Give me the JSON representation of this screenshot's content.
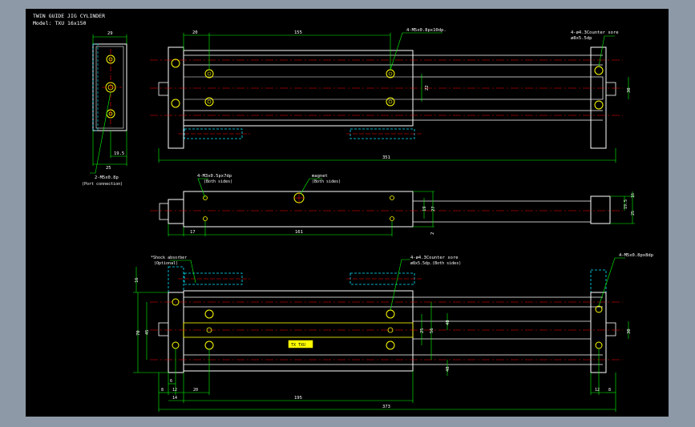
{
  "title_block": {
    "line1": "TWIN GUIDE JIG CYLINDER",
    "line2": "Model: TXU 16x150"
  },
  "colors": {
    "background": "#000000",
    "frame_border": "#8d99a6",
    "outline": "#ffffff",
    "dimension": "#00ff00",
    "centerline": "#ff0000",
    "hidden": "#00e5ff",
    "holes": "#ffff00",
    "annotation": "#ffffff"
  },
  "notes": {
    "side_port": "2-M5x0.8p",
    "side_port_sub": "(Port connection)",
    "top_mount": "4-M5x0.8px10dp.",
    "top_cbore": "4-ø4.3Counter sore",
    "top_cbore_sub": "ø8x5.5dp",
    "mid_thread": "4-M3x0.5px7dp",
    "mid_thread_sub": "(Both sides)",
    "mid_magnet": "magnet",
    "mid_magnet_sub": "(Both sides)",
    "bot_shock": "*Shock absorber",
    "bot_shock_sub": "(Optional)",
    "bot_cbore": "4-ø4.3Counter sore",
    "bot_cbore_sub": "ø8x5.5dp.(Both sides)",
    "bot_right": "4-M5x0.8px8dp",
    "nameplate": "TX TXU"
  },
  "dimensions": {
    "side_width": "29",
    "side_d1": "19.5",
    "side_d2": "25",
    "top_20": "20",
    "top_155": "155",
    "top_22": "22",
    "top_30": "30",
    "top_351": "351",
    "mid_17": "17",
    "mid_161": "161",
    "mid_19": "19",
    "mid_27": "27",
    "mid_2": "2",
    "mid_195": "19.5",
    "mid_16": "16",
    "mid_25": "25",
    "bot_16": "16",
    "bot_70": "70",
    "bot_45": "45",
    "bot_25": "25",
    "bot_56": "56",
    "bot_48a": "48",
    "bot_48b": "48",
    "bot_30": "30",
    "bot_12": "12",
    "bot_8": "8",
    "bot_6": "6",
    "bot_14": "14",
    "bot_20": "20",
    "bot_195": "195",
    "bot_12r": "12",
    "bot_8r": "8",
    "bot_373": "373"
  }
}
